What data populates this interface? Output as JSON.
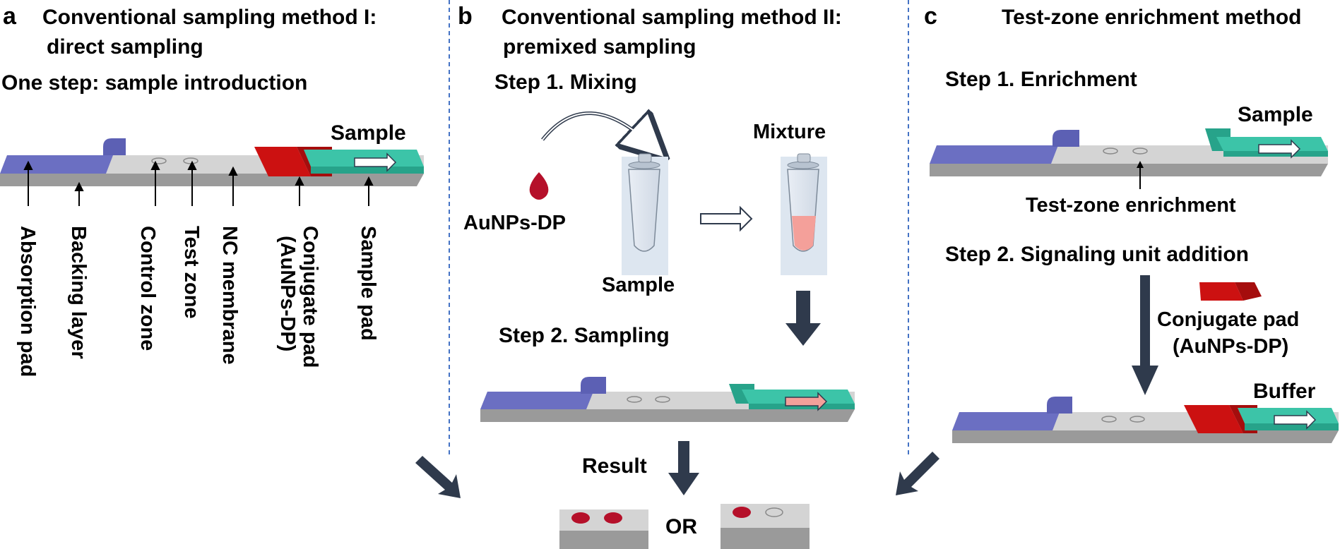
{
  "panel_a": {
    "letter": "a",
    "title_line1": "Conventional sampling method I:",
    "title_line2": "direct sampling",
    "step": "One step: sample introduction",
    "sample_label": "Sample",
    "labels": {
      "absorption_pad": "Absorption pad",
      "backing_layer": "Backing layer",
      "control_zone": "Control zone",
      "test_zone": "Test zone",
      "nc_membrane": "NC membrane",
      "conjugate_pad_line1": "Conjugate pad",
      "conjugate_pad_line2": "(AuNPs-DP)",
      "sample_pad": "Sample pad"
    }
  },
  "panel_b": {
    "letter": "b",
    "title_line1": "Conventional sampling method II:",
    "title_line2": "premixed sampling",
    "step1": "Step 1. Mixing",
    "aunps_label": "AuNPs-DP",
    "sample_label": "Sample",
    "mixture_label": "Mixture",
    "step2": "Step 2. Sampling",
    "result_label": "Result",
    "or_label": "OR"
  },
  "panel_c": {
    "letter": "c",
    "title": "Test-zone enrichment method",
    "step1": "Step 1. Enrichment",
    "sample_label": "Sample",
    "enrichment_label": "Test-zone enrichment",
    "step2": "Step 2. Signaling unit addition",
    "conjugate_line1": "Conjugate pad",
    "conjugate_line2": "(AuNPs-DP)",
    "buffer_label": "Buffer"
  },
  "colors": {
    "absorption_pad": "#6b6fc2",
    "membrane": "#d4d4d4",
    "backing": "#9a9a9a",
    "conjugate_pad": "#cc1111",
    "sample_pad": "#3cc4a8",
    "arrow": "#2f3a4c",
    "divider": "#4472c4",
    "red_dot": "#b5102a"
  }
}
